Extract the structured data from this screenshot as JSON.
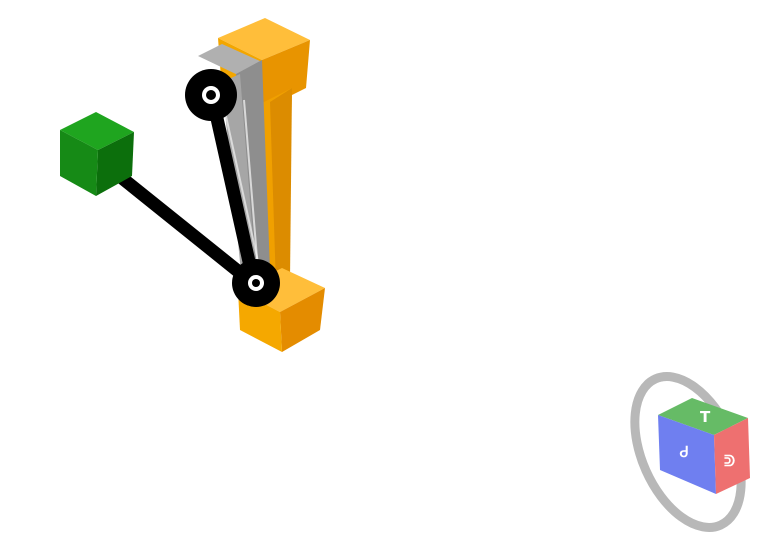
{
  "viewport": {
    "background": "#ffffff"
  },
  "scene": {
    "objects": [
      {
        "name": "orange-link",
        "color": "#f5a300"
      },
      {
        "name": "gray-link",
        "color": "#9a9a9a"
      },
      {
        "name": "green-block",
        "color": "#1a8a1a"
      },
      {
        "name": "black-rod",
        "color": "#000000"
      }
    ]
  },
  "nav_cube": {
    "faces": {
      "front": {
        "label": "Ꮷ",
        "color": "#6f7ff0"
      },
      "right": {
        "label": "ᕲ",
        "color": "#ee7070"
      },
      "top": {
        "label": "T",
        "color": "#66bb66"
      }
    },
    "ring_color": "#b8b8b8"
  }
}
